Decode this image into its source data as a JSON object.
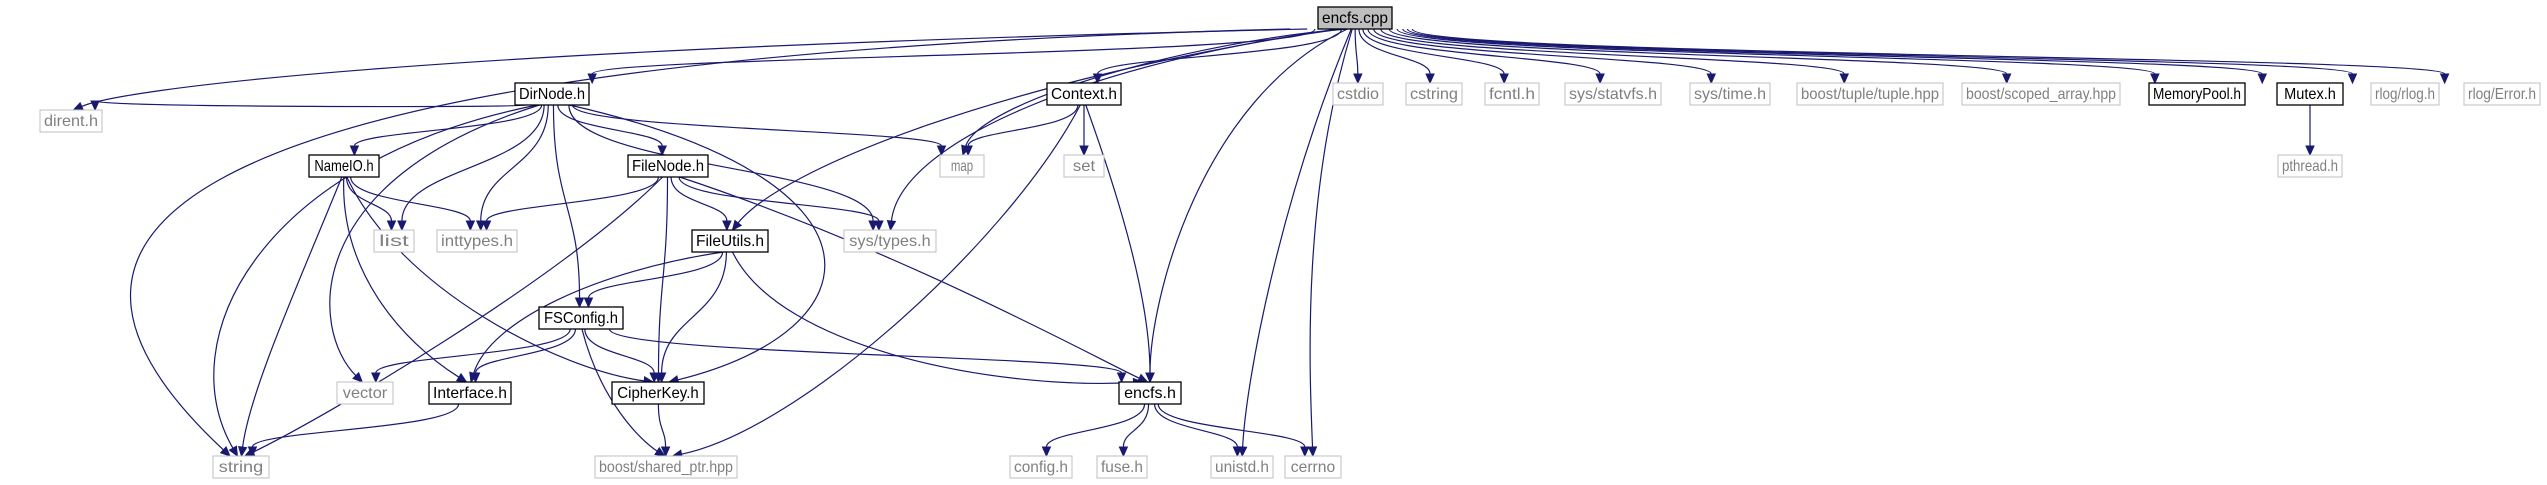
{
  "graph": {
    "nodes": [
      {
        "id": "encfs_cpp",
        "label": "encfs.cpp",
        "kind": "root"
      },
      {
        "id": "dirent_h",
        "label": "dirent.h",
        "kind": "external"
      },
      {
        "id": "string",
        "label": "string",
        "kind": "external"
      },
      {
        "id": "DirNode_h",
        "label": "DirNode.h",
        "kind": "documented"
      },
      {
        "id": "map",
        "label": "map",
        "kind": "external"
      },
      {
        "id": "sys_types_h",
        "label": "sys/types.h",
        "kind": "external"
      },
      {
        "id": "FileUtils_h",
        "label": "FileUtils.h",
        "kind": "documented"
      },
      {
        "id": "Context_h",
        "label": "Context.h",
        "kind": "documented"
      },
      {
        "id": "encfs_h",
        "label": "encfs.h",
        "kind": "documented"
      },
      {
        "id": "unistd_h",
        "label": "unistd.h",
        "kind": "external"
      },
      {
        "id": "cerrno",
        "label": "cerrno",
        "kind": "external"
      },
      {
        "id": "cstdio",
        "label": "cstdio",
        "kind": "external"
      },
      {
        "id": "cstring",
        "label": "cstring",
        "kind": "external"
      },
      {
        "id": "fcntl_h",
        "label": "fcntl.h",
        "kind": "external"
      },
      {
        "id": "sys_statvfs_h",
        "label": "sys/statvfs.h",
        "kind": "external"
      },
      {
        "id": "sys_time_h",
        "label": "sys/time.h",
        "kind": "external"
      },
      {
        "id": "boost_tuple",
        "label": "boost/tuple/tuple.hpp",
        "kind": "external"
      },
      {
        "id": "boost_scoped",
        "label": "boost/scoped_array.hpp",
        "kind": "external"
      },
      {
        "id": "MemoryPool_h",
        "label": "MemoryPool.h",
        "kind": "documented"
      },
      {
        "id": "Mutex_h",
        "label": "Mutex.h",
        "kind": "documented"
      },
      {
        "id": "rlog_h",
        "label": "rlog/rlog.h",
        "kind": "external"
      },
      {
        "id": "rlog_Error_h",
        "label": "rlog/Error.h",
        "kind": "external"
      },
      {
        "id": "pthread_h",
        "label": "pthread.h",
        "kind": "external"
      },
      {
        "id": "NameIO_h",
        "label": "NameIO.h",
        "kind": "documented"
      },
      {
        "id": "list",
        "label": "list",
        "kind": "external"
      },
      {
        "id": "inttypes_h",
        "label": "inttypes.h",
        "kind": "external"
      },
      {
        "id": "FileNode_h",
        "label": "FileNode.h",
        "kind": "documented"
      },
      {
        "id": "set",
        "label": "set",
        "kind": "external"
      },
      {
        "id": "FSConfig_h",
        "label": "FSConfig.h",
        "kind": "documented"
      },
      {
        "id": "vector",
        "label": "vector",
        "kind": "external"
      },
      {
        "id": "Interface_h",
        "label": "Interface.h",
        "kind": "documented"
      },
      {
        "id": "CipherKey_h",
        "label": "CipherKey.h",
        "kind": "documented"
      },
      {
        "id": "boost_shared",
        "label": "boost/shared_ptr.hpp",
        "kind": "external"
      },
      {
        "id": "config_h",
        "label": "config.h",
        "kind": "external"
      },
      {
        "id": "fuse_h",
        "label": "fuse.h",
        "kind": "external"
      }
    ],
    "edges": [
      {
        "from": "encfs_cpp",
        "to": "dirent_h"
      },
      {
        "from": "encfs_cpp",
        "to": "string"
      },
      {
        "from": "encfs_cpp",
        "to": "DirNode_h"
      },
      {
        "from": "encfs_cpp",
        "to": "map"
      },
      {
        "from": "encfs_cpp",
        "to": "sys_types_h"
      },
      {
        "from": "encfs_cpp",
        "to": "FileUtils_h"
      },
      {
        "from": "encfs_cpp",
        "to": "Context_h"
      },
      {
        "from": "encfs_cpp",
        "to": "encfs_h"
      },
      {
        "from": "encfs_cpp",
        "to": "unistd_h"
      },
      {
        "from": "encfs_cpp",
        "to": "cerrno"
      },
      {
        "from": "encfs_cpp",
        "to": "cstdio"
      },
      {
        "from": "encfs_cpp",
        "to": "cstring"
      },
      {
        "from": "encfs_cpp",
        "to": "fcntl_h"
      },
      {
        "from": "encfs_cpp",
        "to": "sys_statvfs_h"
      },
      {
        "from": "encfs_cpp",
        "to": "sys_time_h"
      },
      {
        "from": "encfs_cpp",
        "to": "boost_tuple"
      },
      {
        "from": "encfs_cpp",
        "to": "boost_scoped"
      },
      {
        "from": "encfs_cpp",
        "to": "MemoryPool_h"
      },
      {
        "from": "encfs_cpp",
        "to": "Mutex_h"
      },
      {
        "from": "encfs_cpp",
        "to": "rlog_h"
      },
      {
        "from": "encfs_cpp",
        "to": "rlog_Error_h"
      },
      {
        "from": "DirNode_h",
        "to": "dirent_h"
      },
      {
        "from": "DirNode_h",
        "to": "string"
      },
      {
        "from": "DirNode_h",
        "to": "NameIO_h"
      },
      {
        "from": "DirNode_h",
        "to": "vector"
      },
      {
        "from": "DirNode_h",
        "to": "list"
      },
      {
        "from": "DirNode_h",
        "to": "inttypes_h"
      },
      {
        "from": "DirNode_h",
        "to": "FSConfig_h"
      },
      {
        "from": "DirNode_h",
        "to": "FileNode_h"
      },
      {
        "from": "DirNode_h",
        "to": "sys_types_h"
      },
      {
        "from": "DirNode_h",
        "to": "map"
      },
      {
        "from": "DirNode_h",
        "to": "CipherKey_h"
      },
      {
        "from": "NameIO_h",
        "to": "list"
      },
      {
        "from": "NameIO_h",
        "to": "inttypes_h"
      },
      {
        "from": "NameIO_h",
        "to": "string"
      },
      {
        "from": "NameIO_h",
        "to": "Interface_h"
      },
      {
        "from": "NameIO_h",
        "to": "CipherKey_h"
      },
      {
        "from": "FileNode_h",
        "to": "inttypes_h"
      },
      {
        "from": "FileNode_h",
        "to": "sys_types_h"
      },
      {
        "from": "FileNode_h",
        "to": "FileUtils_h"
      },
      {
        "from": "FileNode_h",
        "to": "string"
      },
      {
        "from": "FileNode_h",
        "to": "CipherKey_h"
      },
      {
        "from": "FileNode_h",
        "to": "encfs_h"
      },
      {
        "from": "FileUtils_h",
        "to": "encfs_h"
      },
      {
        "from": "FileUtils_h",
        "to": "Interface_h"
      },
      {
        "from": "FileUtils_h",
        "to": "CipherKey_h"
      },
      {
        "from": "FileUtils_h",
        "to": "FSConfig_h"
      },
      {
        "from": "Context_h",
        "to": "map"
      },
      {
        "from": "Context_h",
        "to": "set"
      },
      {
        "from": "Context_h",
        "to": "encfs_h"
      },
      {
        "from": "Context_h",
        "to": "boost_shared"
      },
      {
        "from": "FSConfig_h",
        "to": "encfs_h"
      },
      {
        "from": "FSConfig_h",
        "to": "Interface_h"
      },
      {
        "from": "FSConfig_h",
        "to": "CipherKey_h"
      },
      {
        "from": "FSConfig_h",
        "to": "vector"
      },
      {
        "from": "FSConfig_h",
        "to": "boost_shared"
      },
      {
        "from": "Interface_h",
        "to": "string"
      },
      {
        "from": "CipherKey_h",
        "to": "boost_shared"
      },
      {
        "from": "encfs_h",
        "to": "config_h"
      },
      {
        "from": "encfs_h",
        "to": "fuse_h"
      },
      {
        "from": "encfs_h",
        "to": "unistd_h"
      },
      {
        "from": "encfs_h",
        "to": "cerrno"
      },
      {
        "from": "Mutex_h",
        "to": "pthread_h"
      }
    ],
    "colors": {
      "edge": "#191970",
      "root_fill": "#bfbfbf",
      "documented_border": "#000000",
      "external_border": "#bfbfbf",
      "external_text": "#808080"
    }
  }
}
